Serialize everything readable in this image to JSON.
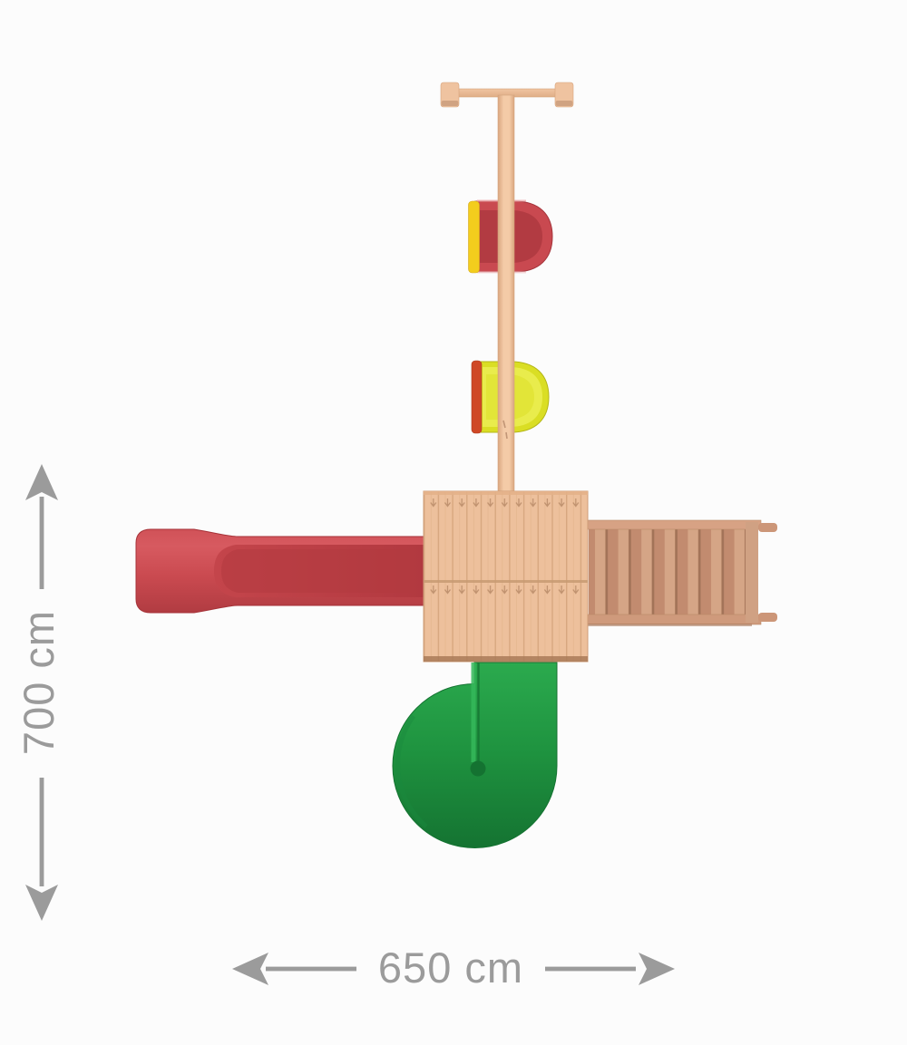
{
  "page": {
    "background": "#fcfcfc",
    "description": "Top view plan of a wooden playground set with two swings, platform deck, straight slide, spiral tube slide and access ladder"
  },
  "dimensions": {
    "height_label": "700 cm",
    "width_label": "650 cm",
    "arrow_color": "#9b9b9b",
    "label_color": "#9b9b9b"
  },
  "palette": {
    "wood_beam": "#f0c5a2",
    "wood_block": "#efc3a0",
    "wood_block_shadow": "#c59878",
    "wood_platform": "#edc09c",
    "wood_platform_edge": "#cf9e78",
    "wood_platform_seam": "#c79a72",
    "wood_platform_shadow": "#a97a58",
    "wood_ladder": "#c28b6f",
    "wood_ladder_rail": "#d7a284",
    "wood_ladder_rung": "#d5a586",
    "slide_red": "#cf5056",
    "slide_red_channel": "#bc3f45",
    "slide_red_outline": "#a63238",
    "seat_red": "#c94950",
    "seat_red_inner": "#b23b42",
    "seat_stripe_yellow": "#f3cd1d",
    "seat_yellow": "#dade24",
    "seat_yellow_mid": "#e9ec4c",
    "seat_yellow_core": "#e2e538",
    "seat_stripe_orange": "#cf4826",
    "spiral_green": "#1f9640",
    "spiral_green_dark": "#147231",
    "spiral_green_light": "#2baa4e"
  },
  "components": {
    "swing_frame": "swing-frame-beam",
    "swing_seat_red": "red-swing-seat",
    "swing_seat_yellow": "yellow-swing-seat",
    "platform": "platform-deck",
    "straight_slide": "red-straight-slide",
    "spiral_slide": "green-spiral-slide",
    "ladder": "access-ladder"
  }
}
